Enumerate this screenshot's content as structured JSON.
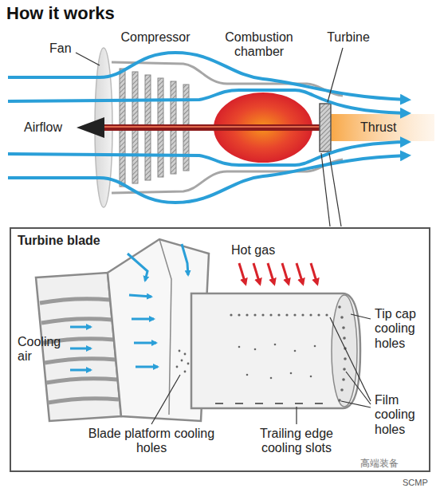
{
  "diagram": {
    "title": "How it works",
    "nodes": [
      {
        "text": [
          "Turbine blade"
        ]
      }
    ],
    "labels": [
      "Fan",
      "Compressor",
      "Combustion chamber",
      "Turbine",
      "Airflow",
      "Thrust",
      "Hot gas",
      "Cooling air",
      "Tip cap cooling holes",
      "Film cooling holes",
      "Blade platform cooling holes",
      "Trailing edge cooling slots",
      "高端装备",
      "SCMP"
    ]
  }
}
